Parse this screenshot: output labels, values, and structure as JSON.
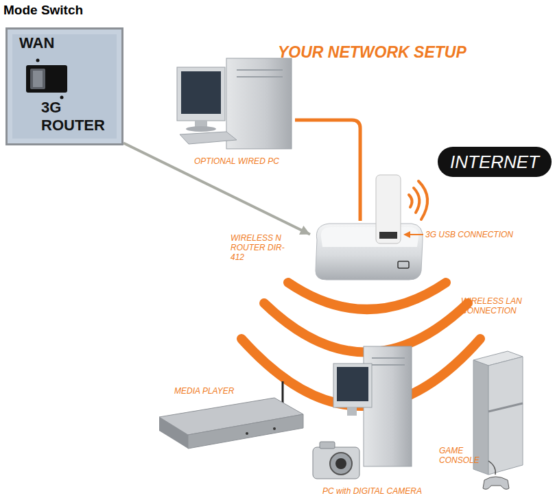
{
  "diagram": {
    "title": "YOUR NETWORK SETUP",
    "nodes": [
      {
        "text": [
          "Mode Switch",
          "WAN",
          "3G ROUTER"
        ]
      },
      {
        "text": [
          "INTERNET"
        ]
      },
      {
        "text": [
          "OPTIONAL WIRED PC"
        ]
      },
      {
        "text": [
          "WIRELESS N ROUTER DIR-412"
        ]
      },
      {
        "text": [
          "MEDIA PLAYER"
        ]
      },
      {
        "text": [
          "PC with DIGITAL CAMERA"
        ]
      },
      {
        "text": [
          "GAME CONSOLE"
        ]
      }
    ],
    "edges": [
      {
        "from": 0,
        "to": 3,
        "arrow": "to"
      },
      {
        "from": 2,
        "to": 3,
        "arrow": "none"
      }
    ],
    "labels": [
      "3G USB CONNECTION",
      "WIRELESS LAN CONNECTION"
    ]
  }
}
